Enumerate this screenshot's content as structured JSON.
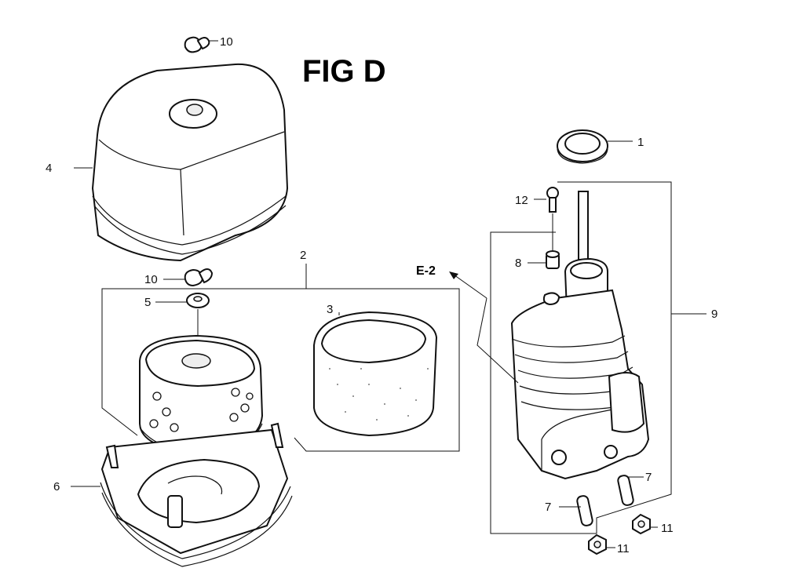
{
  "figure": {
    "title": "FIG D",
    "reference": "E-2"
  },
  "callouts": {
    "c1": "1",
    "c2": "2",
    "c3": "3",
    "c4": "4",
    "c5": "5",
    "c6": "6",
    "c7a": "7",
    "c7b": "7",
    "c8": "8",
    "c9": "9",
    "c10a": "10",
    "c10b": "10",
    "c11a": "11",
    "c11b": "11",
    "c12": "12"
  }
}
